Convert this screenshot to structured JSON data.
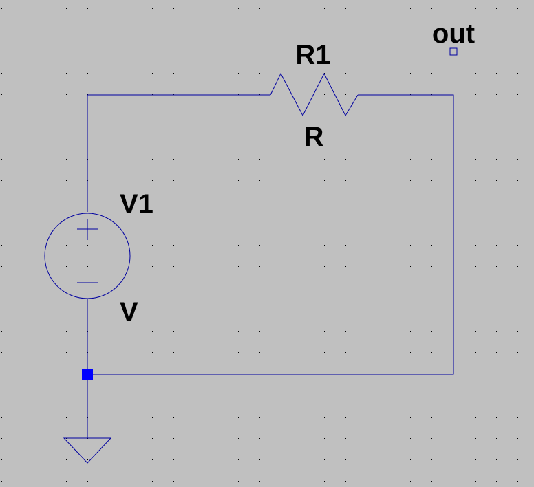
{
  "schematic": {
    "background_color": "#c0c0c0",
    "wire_color": "#0000a0",
    "junction_color": "#0000ff",
    "grid_dot_color": "#000000",
    "components": {
      "resistor": {
        "ref": "R1",
        "value": "R"
      },
      "voltage_source": {
        "ref": "V1",
        "value": "V",
        "plus_symbol": "+",
        "minus_symbol": "−"
      },
      "ground": {
        "name": "ground"
      }
    },
    "net_labels": [
      {
        "name": "out"
      }
    ]
  }
}
